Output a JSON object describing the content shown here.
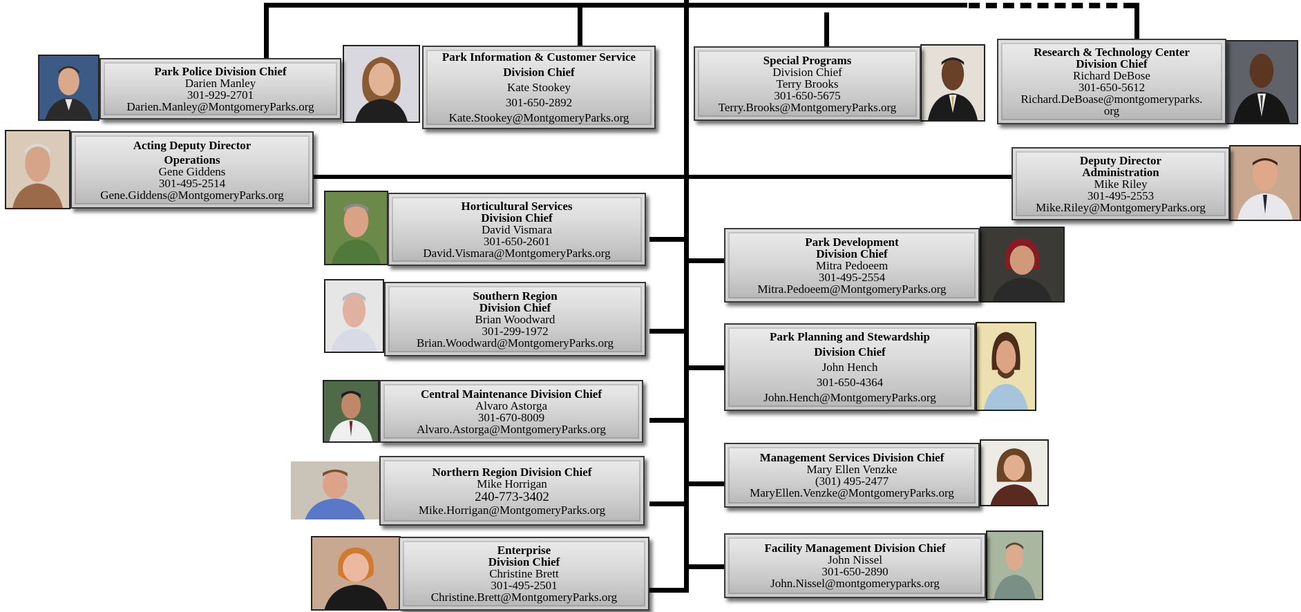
{
  "colors": {
    "line": "#000000",
    "box_light": "#ececec",
    "box_dark": "#b4b4b4",
    "border": "#3a3a3a"
  },
  "boxes": [
    {
      "id": "park-police",
      "title": [
        "Park Police Division Chief"
      ],
      "name": "Darien Manley",
      "phone": "301-929-2701",
      "email": "Darien.Manley@MontgomeryParks.org"
    },
    {
      "id": "park-info",
      "title": [
        "Park Information & Customer Service",
        "Division Chief"
      ],
      "name": "Kate Stookey",
      "phone": "301-650-2892",
      "email": "Kate.Stookey@MontgomeryParks.org"
    },
    {
      "id": "special-programs",
      "title": [
        "Special Programs"
      ],
      "subtitle": "Division Chief",
      "name": "Terry Brooks",
      "phone": "301-650-5675",
      "email": "Terry.Brooks@MontgomeryParks.org"
    },
    {
      "id": "research-tech",
      "title": [
        "Research & Technology Center",
        "Division Chief"
      ],
      "name": "Richard DeBose",
      "phone": "301-650-5612",
      "email": [
        "Richard.DeBoase@montgomeryparks.",
        "org"
      ]
    },
    {
      "id": "deputy-ops",
      "title": [
        "Acting Deputy Director",
        "Operations"
      ],
      "name": "Gene Giddens",
      "phone": "301-495-2514",
      "email": "Gene.Giddens@MontgomeryParks.org"
    },
    {
      "id": "deputy-admin",
      "title": [
        "Deputy Director",
        "Administration"
      ],
      "name": "Mike Riley",
      "phone": "301-495-2553",
      "email": "Mike.Riley@MontgomeryParks.org"
    },
    {
      "id": "horticultural",
      "title": [
        "Horticultural Services",
        "Division Chief"
      ],
      "name": "David Vismara",
      "phone": "301-650-2601",
      "email": "David.Vismara@MontgomeryParks.org"
    },
    {
      "id": "southern",
      "title": [
        "Southern Region",
        "Division Chief"
      ],
      "name": "Brian Woodward",
      "phone": "301-299-1972",
      "email": "Brian.Woodward@MontgomeryParks.org"
    },
    {
      "id": "central-maint",
      "title": [
        "Central Maintenance Division Chief"
      ],
      "name": "Alvaro Astorga",
      "phone": "301-670-8009",
      "email": "Alvaro.Astorga@MontgomeryParks.org"
    },
    {
      "id": "northern",
      "title": [
        "Northern Region Division Chief"
      ],
      "name": "Mike Horrigan",
      "phone": "240-773-3402",
      "email": "Mike.Horrigan@MontgomeryParks.org"
    },
    {
      "id": "enterprise",
      "title": [
        "Enterprise",
        "Division Chief"
      ],
      "name": "Christine Brett",
      "phone": "301-495-2501",
      "email": "Christine.Brett@MontgomeryParks.org"
    },
    {
      "id": "park-dev",
      "title": [
        "Park Development",
        "Division Chief"
      ],
      "name": "Mitra Pedoeem",
      "phone": "301-495-2554",
      "email": "Mitra.Pedoeem@MontgomeryParks.org"
    },
    {
      "id": "park-planning",
      "title": [
        "Park Planning and Stewardship",
        "Division Chief"
      ],
      "name": "John Hench",
      "phone": "301-650-4364",
      "email": "John.Hench@MontgomeryParks.org"
    },
    {
      "id": "mgmt-services",
      "title": [
        "Management Services Division Chief"
      ],
      "name": "Mary Ellen Venzke",
      "phone": "(301) 495-2477",
      "email": "MaryEllen.Venzke@MontgomeryParks.org"
    },
    {
      "id": "facility-mgmt",
      "title": [
        "Facility Management Division Chief"
      ],
      "name": "John Nissel",
      "phone": "301-650-2890",
      "email": "John.Nissel@montgomeryparks.org"
    }
  ]
}
